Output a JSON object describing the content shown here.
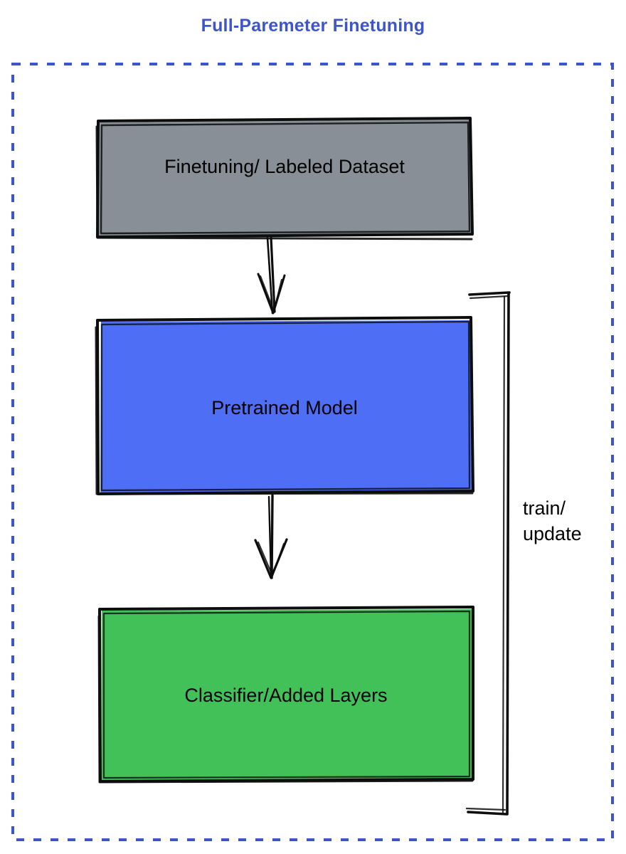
{
  "title": "Full-Paremeter Finetuning",
  "frame": {
    "name": "dashed-container",
    "border_color": "#3c55cb",
    "border_style": "dashed"
  },
  "nodes": [
    {
      "id": "dataset",
      "label": "Finetuning/ Labeled Dataset",
      "fill": "#888f97",
      "stroke": "#0d0d0d"
    },
    {
      "id": "pretrained",
      "label": "Pretrained Model",
      "fill": "#4d6ef5",
      "stroke": "#0d0d0d"
    },
    {
      "id": "classifier",
      "label": "Classifier/Added Layers",
      "fill": "#41c158",
      "stroke": "#0d0d0d"
    }
  ],
  "edges": [
    {
      "id": "dataset-to-pretrained",
      "from": "dataset",
      "to": "pretrained",
      "label": "",
      "style": "arrow-down"
    },
    {
      "id": "pretrained-to-classifier",
      "from": "pretrained",
      "to": "classifier",
      "label": "",
      "style": "arrow-down"
    },
    {
      "id": "feedback-loop",
      "from": "classifier",
      "to": "pretrained",
      "label": "train/\nupdate",
      "style": "bracket"
    }
  ],
  "loop_label": "train/\nupdate",
  "colors": {
    "title": "#3c55cb",
    "frame": "#3c55cb",
    "gray_box": "#888f97",
    "blue_box": "#4d6ef5",
    "green_box": "#41c158",
    "stroke": "#0d0d0d",
    "background": "#ffffff"
  }
}
